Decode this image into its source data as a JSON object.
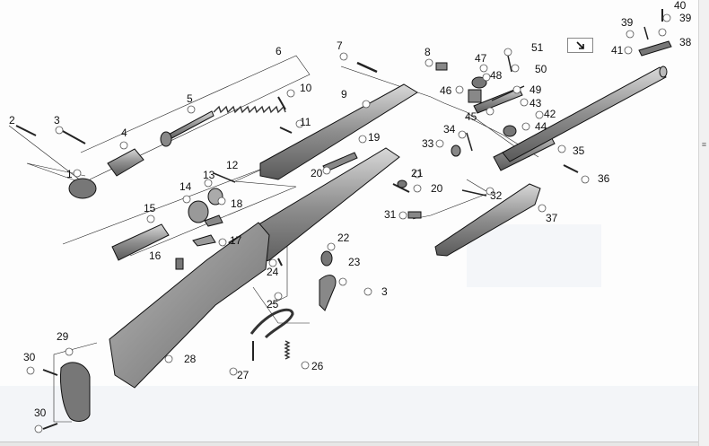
{
  "labels": {
    "l1": "1",
    "l2": "2",
    "l3a": "3",
    "l3b": "3",
    "l4": "4",
    "l5": "5",
    "l6": "6",
    "l7": "7",
    "l8": "8",
    "l9": "9",
    "l10": "10",
    "l11": "11",
    "l12": "12",
    "l13": "13",
    "l14": "14",
    "l15": "15",
    "l16": "16",
    "l17": "17",
    "l18": "18",
    "l19": "19",
    "l20a": "20",
    "l20b": "20",
    "l21": "21",
    "l22": "22",
    "l23": "23",
    "l24": "24",
    "l25": "25",
    "l26": "26",
    "l27": "27",
    "l28": "28",
    "l29": "29",
    "l30a": "30",
    "l30b": "30",
    "l31": "31",
    "l32": "32",
    "l33": "33",
    "l34": "34",
    "l35": "35",
    "l36": "36",
    "l37": "37",
    "l38": "38",
    "l39a": "39",
    "l39b": "39",
    "l40": "40",
    "l41": "41",
    "l42": "42",
    "l43": "43",
    "l44": "44",
    "l45": "45",
    "l46": "46",
    "l47": "47",
    "l48": "48",
    "l49": "49",
    "l50": "50",
    "l51": "51"
  },
  "controls": {
    "expand_icon": "arrow-down-right-icon",
    "scrollbar_grip": "≡"
  },
  "colors": {
    "ink": "#111111",
    "paper": "#fdfdfd",
    "stock": "#888888",
    "barrel": "#9a9a9a"
  }
}
